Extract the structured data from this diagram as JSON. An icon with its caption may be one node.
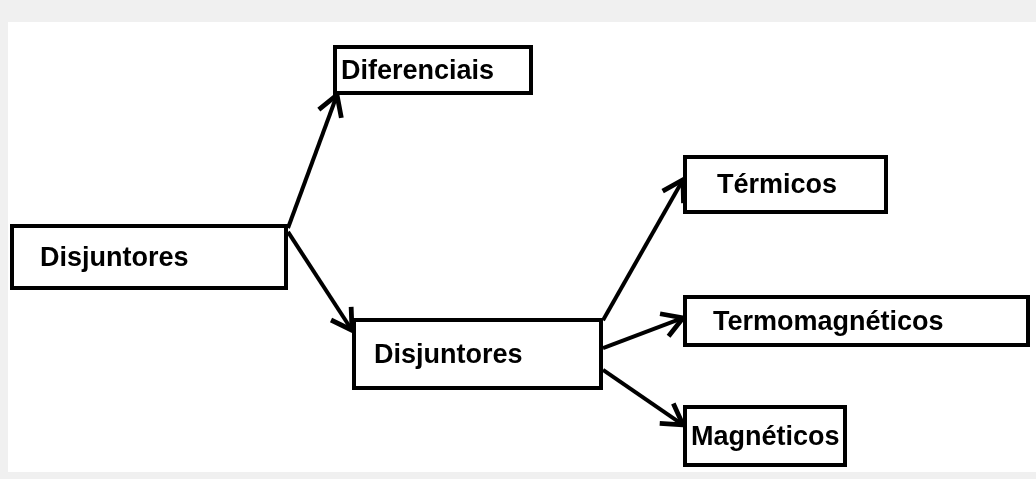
{
  "diagram": {
    "nodes": [
      {
        "text": [
          "Disjuntores"
        ]
      },
      {
        "text": [
          "Diferenciais"
        ]
      },
      {
        "text": [
          "Disjuntores"
        ]
      },
      {
        "text": [
          "Térmicos"
        ]
      },
      {
        "text": [
          "Termomagnéticos"
        ]
      },
      {
        "text": [
          "Magnéticos"
        ]
      }
    ],
    "edges": [
      {
        "from": 0,
        "to": 1,
        "arrow": "to"
      },
      {
        "from": 0,
        "to": 2,
        "arrow": "to"
      },
      {
        "from": 2,
        "to": 3,
        "arrow": "to"
      },
      {
        "from": 2,
        "to": 4,
        "arrow": "to"
      },
      {
        "from": 2,
        "to": 5,
        "arrow": "to"
      }
    ]
  }
}
